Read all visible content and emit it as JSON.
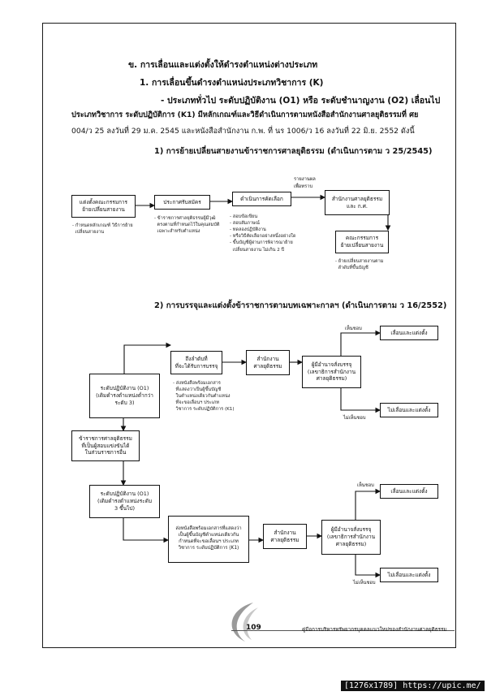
{
  "headings": {
    "section": "ข. การเลื่อนและแต่งตั้งให้ดำรงตำแหน่งต่างประเภท",
    "sub1": "1. การเลื่อนขึ้นดำรงตำแหน่งประเภทวิชาการ (K)",
    "para_line1": "- ประเภททั่วไป ระดับปฏิบัติงาน (O1) หรือ ระดับชำนาญงาน (O2) เลื่อนไป",
    "para_line2": "ประเภทวิชาการ ระดับปฏิบัติการ (K1) มีหลักเกณฑ์และวิธีดำเนินการตามหนังสือสำนักงานศาลยุติธรรมที่ ศย",
    "para_line3": "004/ว 25 ลงวันที่ 29 ม.ค. 2545 และหนังสือสำนักงาน ก.พ. ที่ นร 1006/ว 16 ลงวันที่ 22 มิ.ย. 2552 ดังนี้",
    "flow1_title": "1) การย้ายเปลี่ยนสายงานข้าราชการศาลยุติธรรม (ดำเนินการตาม ว 25/2545)",
    "flow2_title": "2) การบรรจุและแต่งตั้งข้าราชการตามบทเฉพาะกาลฯ (ดำเนินการตาม ว 16/2552)"
  },
  "flow1": {
    "box_request": "แต่งตั้งคณะกรรมการ\nย้ายเปลี่ยนสายงาน",
    "box_announce": "ประกาศรับสมัคร",
    "box_select": "ดำเนินการคัดเลือก",
    "box_office": "สำนักงานศาลยุติธรรม\nและ ก.ศ.",
    "box_committee": "คณะกรรมการ\nย้ายเปลี่ยนสายงาน",
    "label_report": "รายงานผล\nเพื่อทราบ",
    "note_request": "- กำหนดหลักเกณฑ์ วิธีการย้าย\n  เปลี่ยนสายงาน",
    "note_announce": "- ข้าราชการศาลยุติธรรมผู้มีวุฒิ\n  ตรงตามที่กำหนดไว้ในคุณสมบัติ\n  เฉพาะสำหรับตำแหน่ง",
    "note_select": "- สอบข้อเขียน\n- สอบสัมภาษณ์\n- ทดลองปฏิบัติงาน\n- หรือวิธีคัดเลือกอย่างหนึ่งอย่างใด\n- ขึ้นบัญชีผู้ผ่านการพิจารณาย้าย\n  เปลี่ยนสายงาน ไม่เกิน 2 ปี",
    "note_committee": "- ย้ายเปลี่ยนสายงานตาม\n  ลำดับที่ขึ้นบัญชี"
  },
  "flow2": {
    "box_source": "ข้าราชการศาลยุติธรรม\nที่เป็นผู้สอบแข่งขันได้\nในส่วนราชการอื่น",
    "box_o1_low": "ระดับปฏิบัติงาน (O1)\n(เดิมดำรงตำแหน่งต่ำกว่า\nระดับ 3)",
    "box_o1_high": "ระดับปฏิบัติงาน (O1)\n(เดิมดำรงตำแหน่งระดับ\n3 ขึ้นไป)",
    "box_wait": "ถึงลำดับที่\nที่จะได้รับการบรรจุ",
    "box_office_a": "สำนักงาน\nศาลยุติธรรม",
    "box_office_b": "สำนักงาน\nศาลยุติธรรม",
    "box_authority_a": "ผู้มีอำนาจสั่งบรรจุ\n(เลขาธิการสำนักงาน\nศาลยุติธรรม)",
    "box_authority_b": "ผู้มีอำนาจสั่งบรรจุ\n(เลขาธิการสำนักงาน\nศาลยุติธรรม)",
    "box_promote_a": "เลื่อนและแต่งตั้ง",
    "box_nopromote_a": "ไม่เลื่อนและแต่งตั้ง",
    "box_promote_b": "เลื่อนและแต่งตั้ง",
    "box_nopromote_b": "ไม่เลื่อนและแต่งตั้ง",
    "box_send_b": "ส่งหนังสือพร้อมเอกสารที่แสดงว่า\nเป็นผู้ขึ้นบัญชีตำแหน่งเดียวกัน\nกำหนดที่จะขอเลื่อนฯ ประเภท\nวิชาการ ระดับปฏิบัติการ (K1)",
    "note_wait": "- ส่งหนังสือพร้อมเอกสาร\n  ที่แสดงว่าเป็นผู้ขึ้นบัญชี\n  ในตำแหน่งเดียวกันตำแหน่ง\n  ที่จะขอเลื่อนฯ ประเภท\n  วิชาการ ระดับปฏิบัติการ (K1)",
    "label_agree_a": "เห็นชอบ",
    "label_disagree_a": "ไม่เห็นชอบ",
    "label_agree_b": "เห็นชอบ",
    "label_disagree_b": "ไม่เห็นชอบ"
  },
  "footer": {
    "page_number": "109",
    "caption": "คู่มือการบริหารทรัพยากรบุคคลแนวใหม่ของสำนักงานศาลยุติธรรม"
  },
  "watermark": "[1276x1789] https://upic.me/"
}
